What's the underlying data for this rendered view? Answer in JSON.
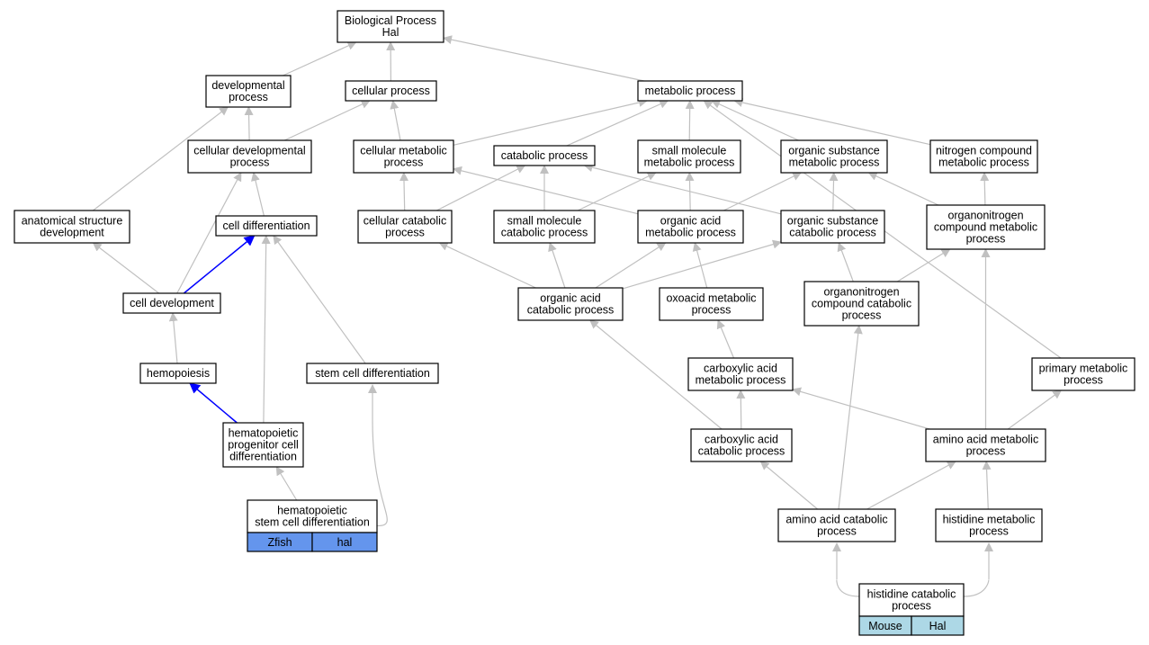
{
  "colors": {
    "edge_default": "#c0c0c0",
    "edge_highlight": "#0000ff",
    "annotation_zfish": "#6495ed",
    "annotation_mouse": "#add8e6",
    "node_border": "#000000",
    "node_fill": "#ffffff"
  },
  "nodes": [
    {
      "id": "bp",
      "lines": [
        "Biological Process",
        "Hal"
      ]
    },
    {
      "id": "dev",
      "lines": [
        "developmental",
        "process"
      ]
    },
    {
      "id": "cellproc",
      "lines": [
        "cellular process"
      ]
    },
    {
      "id": "metab",
      "lines": [
        "metabolic process"
      ]
    },
    {
      "id": "celldevproc",
      "lines": [
        "cellular developmental",
        "process"
      ]
    },
    {
      "id": "cellmetab",
      "lines": [
        "cellular metabolic",
        "process"
      ]
    },
    {
      "id": "catab",
      "lines": [
        "catabolic process"
      ]
    },
    {
      "id": "smmetab",
      "lines": [
        "small molecule",
        "metabolic process"
      ]
    },
    {
      "id": "orgsubmetab",
      "lines": [
        "organic substance",
        "metabolic process"
      ]
    },
    {
      "id": "nitrocomp",
      "lines": [
        "nitrogen compound",
        "metabolic process"
      ]
    },
    {
      "id": "anatdev",
      "lines": [
        "anatomical structure",
        "development"
      ]
    },
    {
      "id": "celldiff",
      "lines": [
        "cell differentiation"
      ]
    },
    {
      "id": "cellcatab",
      "lines": [
        "cellular catabolic",
        "process"
      ]
    },
    {
      "id": "smcatab",
      "lines": [
        "small molecule",
        "catabolic process"
      ]
    },
    {
      "id": "oamet",
      "lines": [
        "organic acid",
        "metabolic process"
      ]
    },
    {
      "id": "orgsubcatab",
      "lines": [
        "organic substance",
        "catabolic process"
      ]
    },
    {
      "id": "onmet",
      "lines": [
        "organonitrogen",
        "compound metabolic",
        "process"
      ]
    },
    {
      "id": "celldevel",
      "lines": [
        "cell development"
      ]
    },
    {
      "id": "oacatab",
      "lines": [
        "organic acid",
        "catabolic process"
      ]
    },
    {
      "id": "oxo",
      "lines": [
        "oxoacid metabolic",
        "process"
      ]
    },
    {
      "id": "oncatab",
      "lines": [
        "organonitrogen",
        "compound catabolic",
        "process"
      ]
    },
    {
      "id": "hemo",
      "lines": [
        "hemopoiesis"
      ]
    },
    {
      "id": "stemdiff",
      "lines": [
        "stem cell differentiation"
      ]
    },
    {
      "id": "carbmet",
      "lines": [
        "carboxylic acid",
        "metabolic process"
      ]
    },
    {
      "id": "primmet",
      "lines": [
        "primary metabolic",
        "process"
      ]
    },
    {
      "id": "hpcdiff",
      "lines": [
        "hematopoietic",
        "progenitor cell",
        "differentiation"
      ]
    },
    {
      "id": "carbcatab",
      "lines": [
        "carboxylic acid",
        "catabolic process"
      ]
    },
    {
      "id": "aamet",
      "lines": [
        "amino acid metabolic",
        "process"
      ]
    },
    {
      "id": "hscdiff",
      "lines": [
        "hematopoietic",
        "stem cell differentiation"
      ],
      "annotations": [
        "Zfish",
        "hal"
      ],
      "annotation_color": "zfish"
    },
    {
      "id": "aacatab",
      "lines": [
        "amino acid catabolic",
        "process"
      ]
    },
    {
      "id": "hismet",
      "lines": [
        "histidine metabolic",
        "process"
      ]
    },
    {
      "id": "hiscatab",
      "lines": [
        "histidine catabolic",
        "process"
      ],
      "annotations": [
        "Mouse",
        "Hal"
      ],
      "annotation_color": "mouse"
    }
  ],
  "edges": [
    {
      "from": "dev",
      "to": "bp"
    },
    {
      "from": "cellproc",
      "to": "bp"
    },
    {
      "from": "metab",
      "to": "bp"
    },
    {
      "from": "celldevproc",
      "to": "dev"
    },
    {
      "from": "celldevproc",
      "to": "cellproc"
    },
    {
      "from": "cellmetab",
      "to": "cellproc"
    },
    {
      "from": "cellmetab",
      "to": "metab"
    },
    {
      "from": "catab",
      "to": "metab"
    },
    {
      "from": "smmetab",
      "to": "metab"
    },
    {
      "from": "orgsubmetab",
      "to": "metab"
    },
    {
      "from": "nitrocomp",
      "to": "metab"
    },
    {
      "from": "primmet",
      "to": "metab"
    },
    {
      "from": "anatdev",
      "to": "dev"
    },
    {
      "from": "celldiff",
      "to": "celldevproc"
    },
    {
      "from": "celldevel",
      "to": "celldevproc"
    },
    {
      "from": "celldevel",
      "to": "anatdev"
    },
    {
      "from": "celldevel",
      "to": "celldiff",
      "highlight": true
    },
    {
      "from": "cellcatab",
      "to": "cellmetab"
    },
    {
      "from": "cellcatab",
      "to": "catab"
    },
    {
      "from": "smcatab",
      "to": "catab"
    },
    {
      "from": "smcatab",
      "to": "smmetab"
    },
    {
      "from": "oamet",
      "to": "smmetab"
    },
    {
      "from": "oamet",
      "to": "cellmetab"
    },
    {
      "from": "oamet",
      "to": "orgsubmetab"
    },
    {
      "from": "orgsubcatab",
      "to": "catab"
    },
    {
      "from": "orgsubcatab",
      "to": "orgsubmetab"
    },
    {
      "from": "onmet",
      "to": "orgsubmetab"
    },
    {
      "from": "onmet",
      "to": "nitrocomp"
    },
    {
      "from": "oacatab",
      "to": "cellcatab"
    },
    {
      "from": "oacatab",
      "to": "smcatab"
    },
    {
      "from": "oacatab",
      "to": "oamet"
    },
    {
      "from": "oacatab",
      "to": "orgsubcatab"
    },
    {
      "from": "oxo",
      "to": "oamet"
    },
    {
      "from": "oncatab",
      "to": "orgsubcatab"
    },
    {
      "from": "oncatab",
      "to": "onmet"
    },
    {
      "from": "hemo",
      "to": "celldevel"
    },
    {
      "from": "stemdiff",
      "to": "celldiff"
    },
    {
      "from": "carbmet",
      "to": "oxo"
    },
    {
      "from": "hpcdiff",
      "to": "hemo",
      "highlight": true
    },
    {
      "from": "hpcdiff",
      "to": "celldiff"
    },
    {
      "from": "carbcatab",
      "to": "carbmet"
    },
    {
      "from": "carbcatab",
      "to": "oacatab"
    },
    {
      "from": "aamet",
      "to": "carbmet"
    },
    {
      "from": "aamet",
      "to": "primmet"
    },
    {
      "from": "aamet",
      "to": "onmet"
    },
    {
      "from": "hscdiff",
      "to": "hpcdiff"
    },
    {
      "from": "hscdiff",
      "to": "stemdiff",
      "curve": true
    },
    {
      "from": "aacatab",
      "to": "carbcatab"
    },
    {
      "from": "aacatab",
      "to": "aamet"
    },
    {
      "from": "aacatab",
      "to": "oncatab"
    },
    {
      "from": "hismet",
      "to": "aamet"
    },
    {
      "from": "hiscatab",
      "to": "aacatab",
      "curve": true
    },
    {
      "from": "hiscatab",
      "to": "hismet",
      "curve": true
    }
  ]
}
